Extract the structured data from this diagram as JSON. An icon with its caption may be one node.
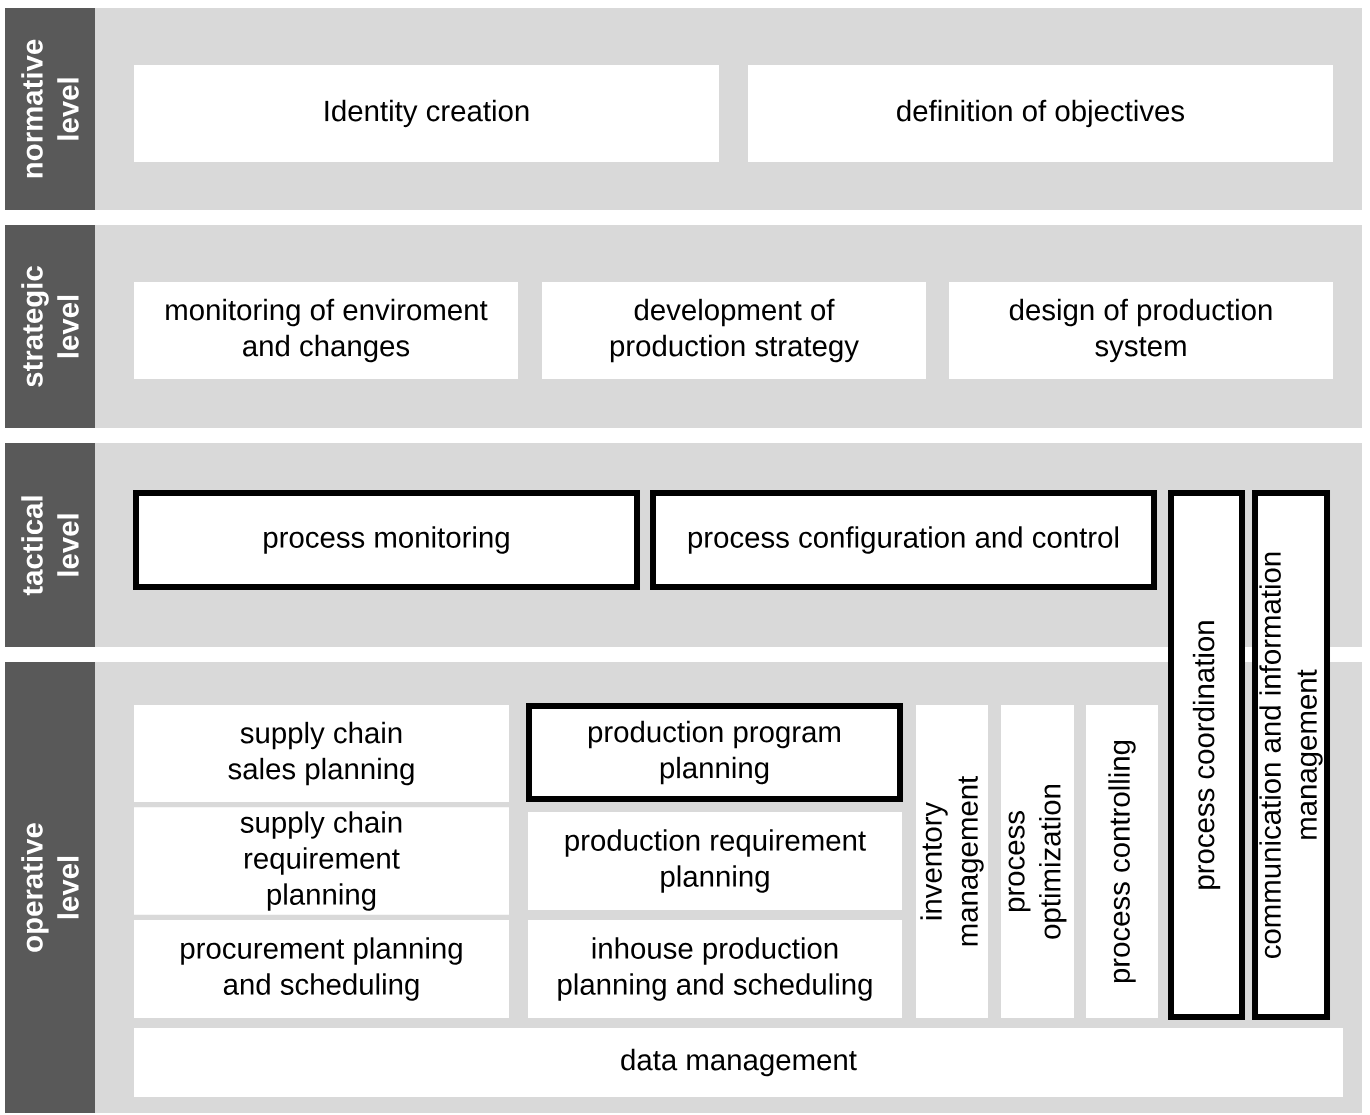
{
  "diagram": {
    "nodes": [
      {
        "text": [
          "normative level"
        ]
      },
      {
        "text": [
          "Identity creation"
        ],
        "in": 0
      },
      {
        "text": [
          "definition of objectives"
        ],
        "in": 0
      },
      {
        "text": [
          "strategic level"
        ]
      },
      {
        "text": [
          "monitoring of enviroment and changes"
        ],
        "in": 3
      },
      {
        "text": [
          "development of production strategy"
        ],
        "in": 3
      },
      {
        "text": [
          "design of production system"
        ],
        "in": 3
      },
      {
        "text": [
          "tactical level"
        ]
      },
      {
        "text": [
          "process monitoring"
        ],
        "in": 7
      },
      {
        "text": [
          "process configuration and control"
        ],
        "in": 7
      },
      {
        "text": [
          "process coordination"
        ]
      },
      {
        "text": [
          "communication and information management"
        ]
      },
      {
        "text": [
          "operative level"
        ]
      },
      {
        "text": [
          "supply chain sales planning"
        ],
        "in": 12
      },
      {
        "text": [
          "production program planning"
        ],
        "in": 12
      },
      {
        "text": [
          "supply chain requirement planning"
        ],
        "in": 12
      },
      {
        "text": [
          "production requirement planning"
        ],
        "in": 12
      },
      {
        "text": [
          "procurement planning and scheduling"
        ],
        "in": 12
      },
      {
        "text": [
          "inhouse production planning and scheduling"
        ],
        "in": 12
      },
      {
        "text": [
          "inventory management"
        ],
        "in": 12
      },
      {
        "text": [
          "process optimization"
        ],
        "in": 12
      },
      {
        "text": [
          "process controlling"
        ],
        "in": 12
      },
      {
        "text": [
          "data management"
        ],
        "in": 12
      }
    ]
  }
}
